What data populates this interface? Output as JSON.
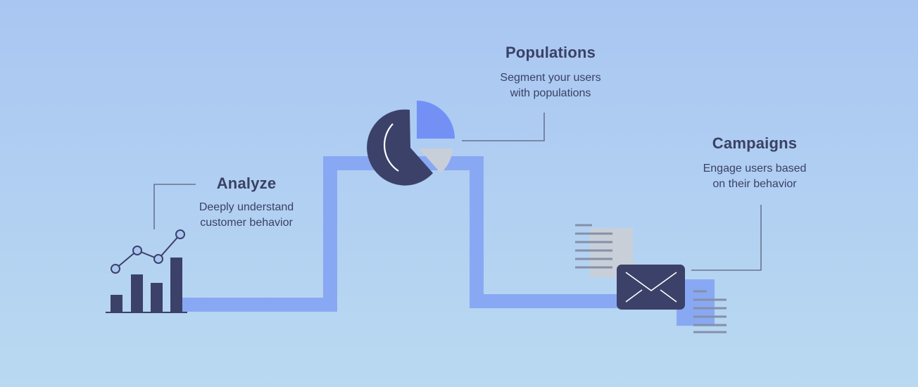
{
  "colors": {
    "background_top": "#a9c6f2",
    "background_bottom": "#b9d9f1",
    "path": "#89a8f3",
    "dark": "#3c4169",
    "accent": "#7391f5",
    "light_gray": "#c9cfd8",
    "connector": "#6a7391"
  },
  "steps": [
    {
      "title": "Analyze",
      "description_line1": "Deeply understand",
      "description_line2": "customer behavior",
      "icon": "bar-chart-icon"
    },
    {
      "title": "Populations",
      "description_line1": "Segment your users",
      "description_line2": "with populations",
      "icon": "pie-chart-icon"
    },
    {
      "title": "Campaigns",
      "description_line1": "Engage users based",
      "description_line2": "on their behavior",
      "icon": "envelope-icon"
    }
  ]
}
